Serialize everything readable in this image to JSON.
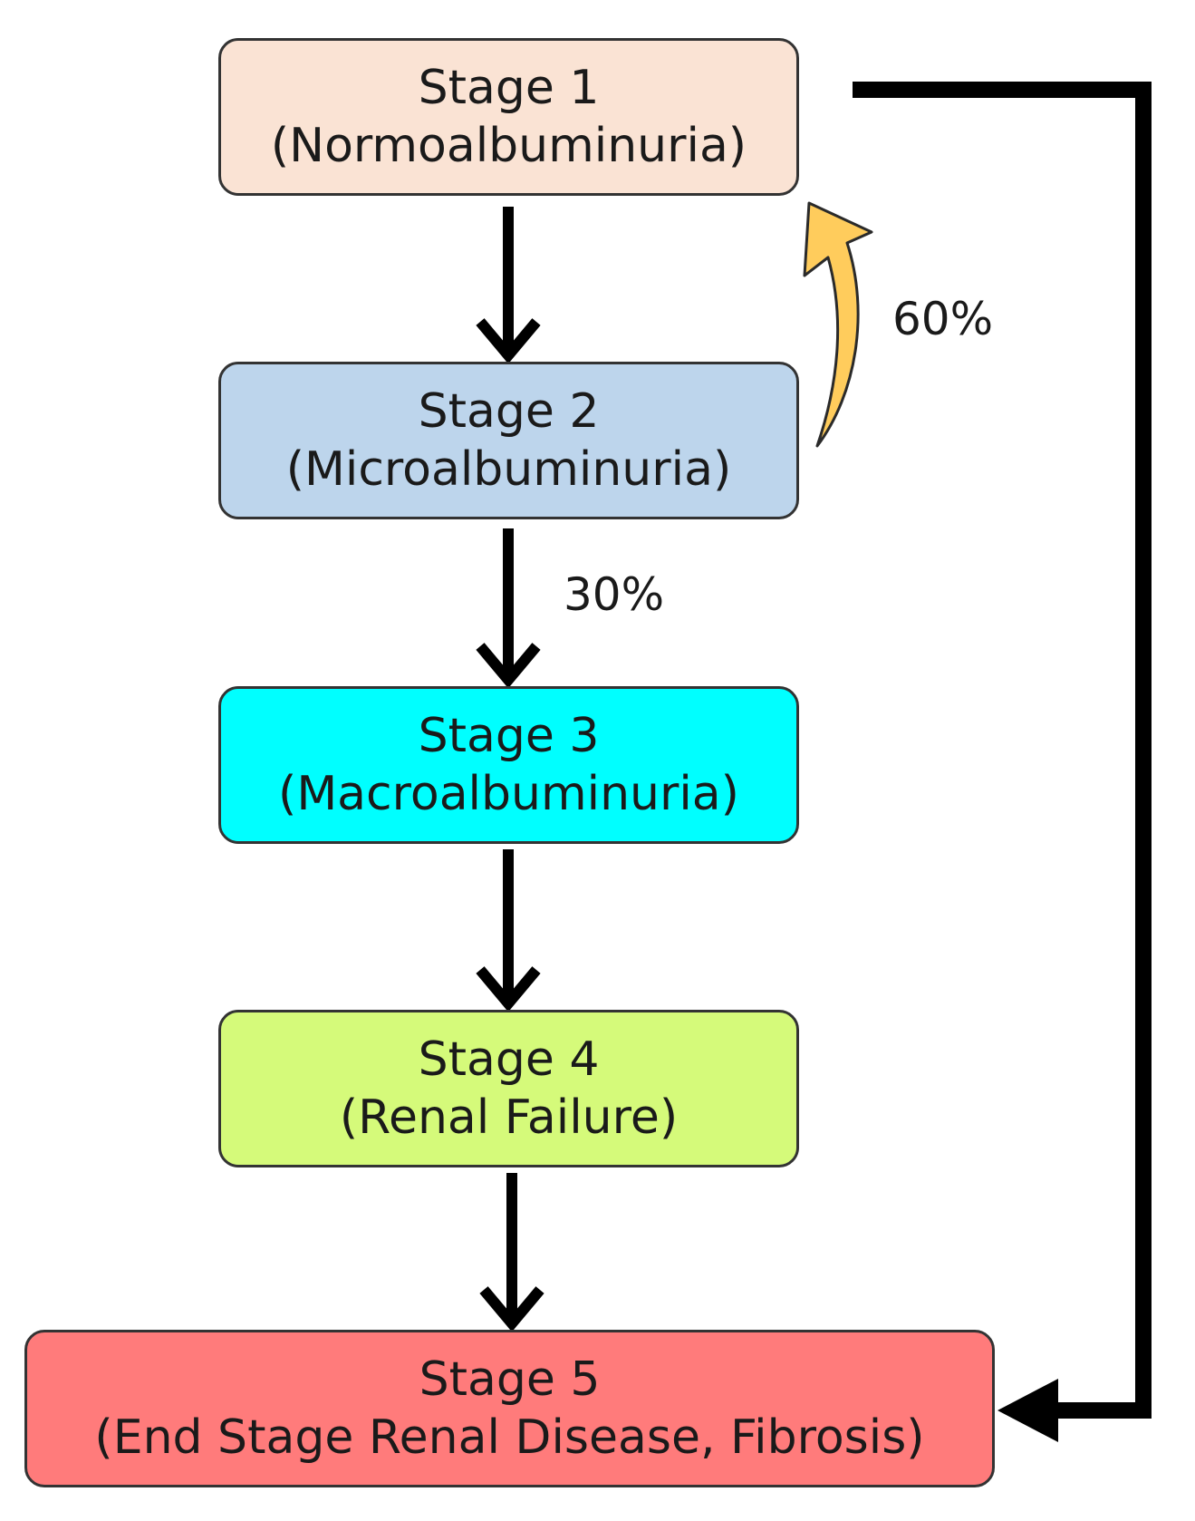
{
  "nodes": [
    {
      "id": "stage1",
      "title": "Stage 1",
      "subtitle": "(Normoalbuminuria)",
      "color": "#FAE3D4"
    },
    {
      "id": "stage2",
      "title": "Stage 2",
      "subtitle": "(Microalbuminuria)",
      "color": "#BDD5EC"
    },
    {
      "id": "stage3",
      "title": "Stage 3",
      "subtitle": "(Macroalbuminuria)",
      "color": "#00FFFF"
    },
    {
      "id": "stage4",
      "title": "Stage 4",
      "subtitle": "(Renal Failure)",
      "color": "#D5FA7A"
    },
    {
      "id": "stage5",
      "title": "Stage 5",
      "subtitle": "(End Stage Renal Disease, Fibrosis)",
      "color": "#FF7B7B"
    }
  ],
  "edges": [
    {
      "from": "stage1",
      "to": "stage2",
      "label": ""
    },
    {
      "from": "stage2",
      "to": "stage3",
      "label": "30%"
    },
    {
      "from": "stage3",
      "to": "stage4",
      "label": ""
    },
    {
      "from": "stage4",
      "to": "stage5",
      "label": ""
    },
    {
      "from": "stage2",
      "to": "stage1",
      "label": "60%",
      "style": "curved",
      "color": "#FFCC5C"
    },
    {
      "from": "stage1",
      "to": "stage5",
      "label": "",
      "style": "bypass"
    }
  ],
  "colors": {
    "arrow": "#000000",
    "node_border": "#333333",
    "regression_arrow": "#FFCC5C",
    "regression_arrow_outline": "#2a2a2a"
  }
}
